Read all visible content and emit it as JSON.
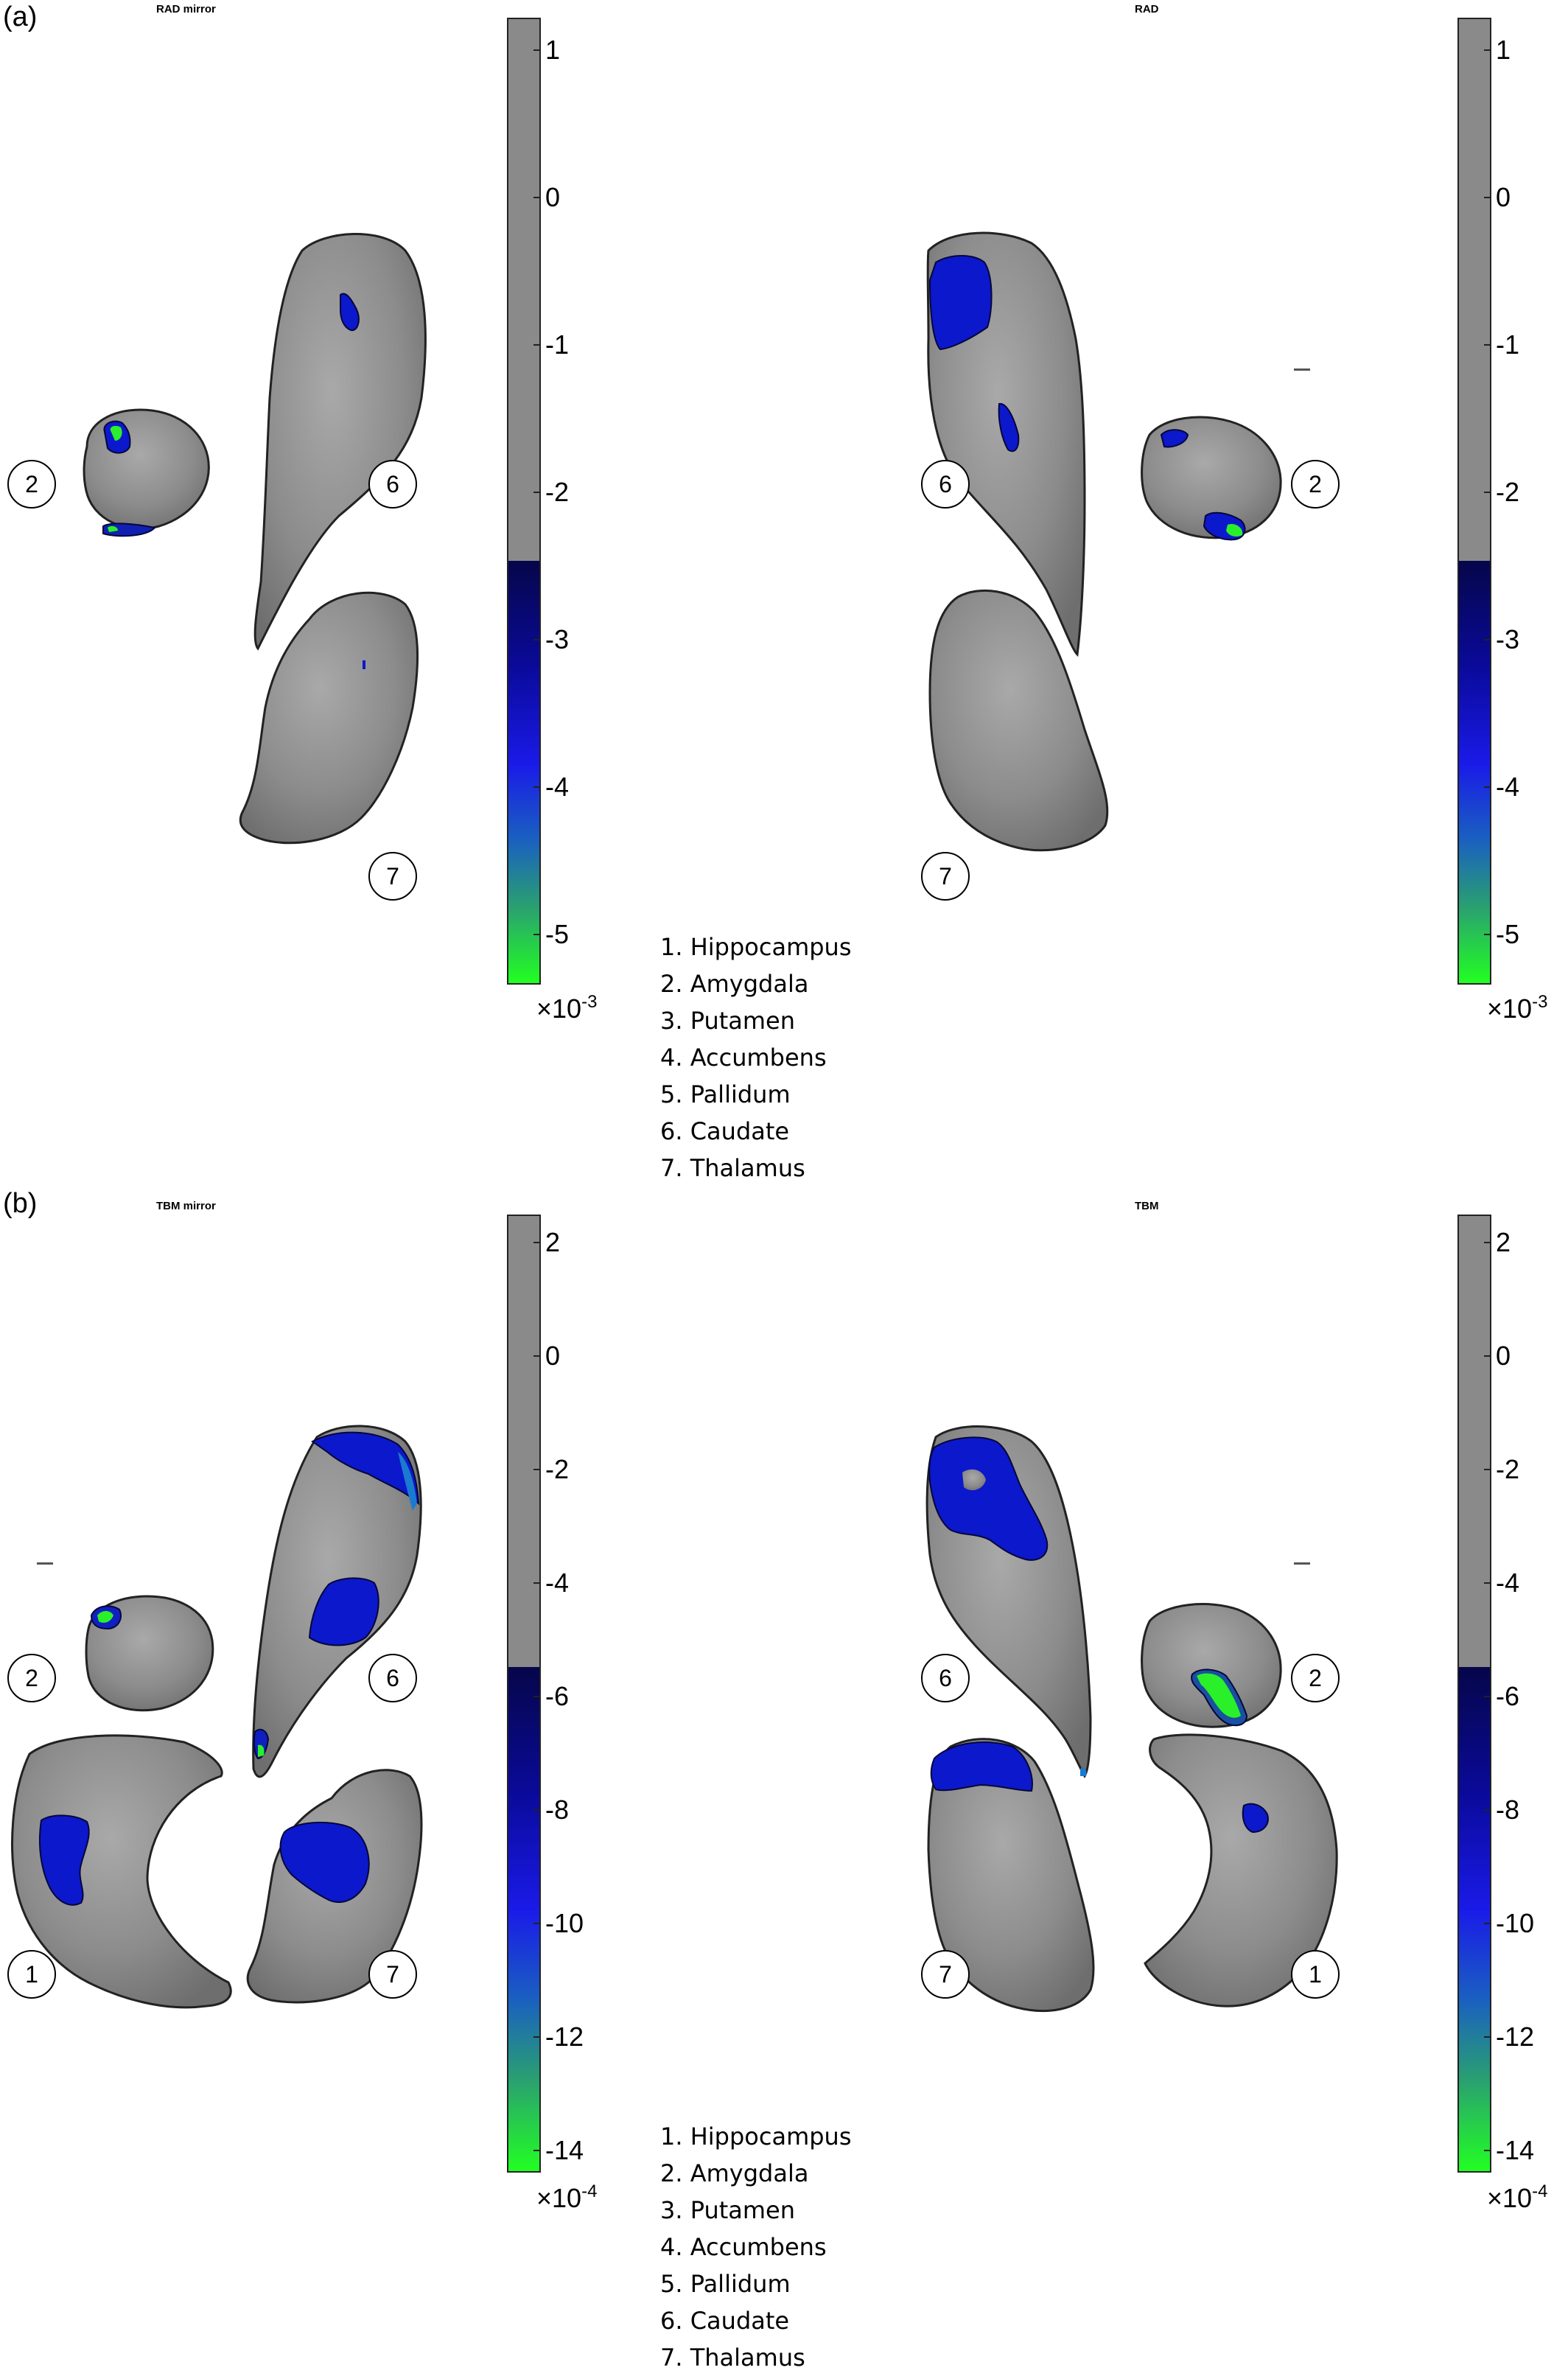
{
  "panels": [
    {
      "letter": "(a)",
      "left_view": {
        "title": "RAD mirror"
      },
      "right_view": {
        "title": "RAD"
      },
      "colorbar": {
        "ticks": [
          "1",
          "0",
          "-1",
          "-2",
          "-3",
          "-4",
          "-5"
        ],
        "scale_base": "×10",
        "scale_exp": "-3",
        "colors": [
          "#8a8a8a",
          "#06064a",
          "#1a1ae8",
          "#22ff22"
        ]
      },
      "left_labels": [
        "2",
        "6",
        "7"
      ],
      "right_labels": [
        "6",
        "2",
        "7"
      ],
      "legend": [
        "1. Hippocampus",
        "2. Amygdala",
        "3. Putamen",
        "4. Accumbens",
        "5. Pallidum",
        "6. Caudate",
        "7. Thalamus"
      ]
    },
    {
      "letter": "(b)",
      "left_view": {
        "title": "TBM mirror"
      },
      "right_view": {
        "title": "TBM"
      },
      "colorbar": {
        "ticks": [
          "2",
          "0",
          "-2",
          "-4",
          "-6",
          "-8",
          "-10",
          "-12",
          "-14"
        ],
        "scale_base": "×10",
        "scale_exp": "-4",
        "colors": [
          "#8a8a8a",
          "#06064a",
          "#1a1ae8",
          "#22ff22"
        ]
      },
      "left_labels": [
        "2",
        "6",
        "1",
        "7"
      ],
      "right_labels": [
        "6",
        "2",
        "7",
        "1"
      ],
      "legend": [
        "1. Hippocampus",
        "2. Amygdala",
        "3. Putamen",
        "4. Accumbens",
        "5. Pallidum",
        "6. Caudate",
        "7. Thalamus"
      ]
    }
  ]
}
